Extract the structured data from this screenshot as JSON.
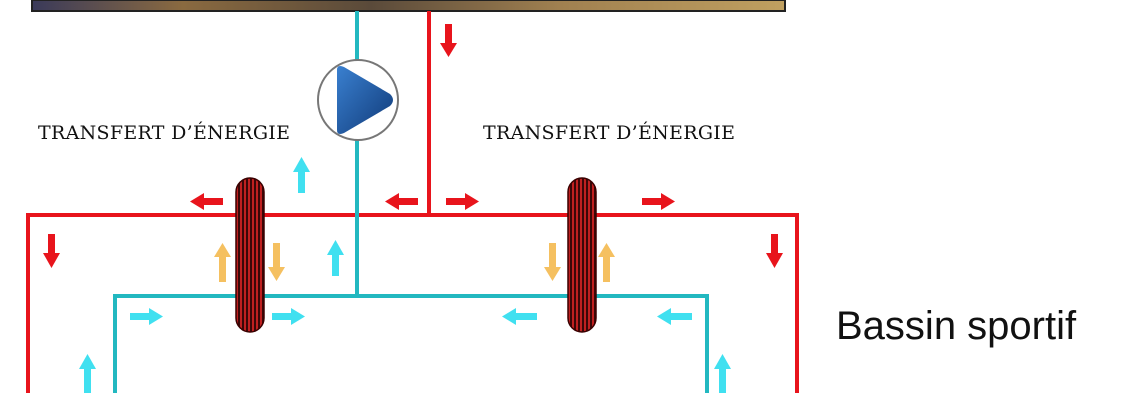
{
  "labels": {
    "transfer_left": "TRANSFERT D’ÉNERGIE",
    "transfer_right": "TRANSFERT D’ÉNERGIE",
    "pool": "Bassin sportif"
  },
  "colors": {
    "hot_pipe": "#e8141c",
    "cold_pipe": "#22b8c0",
    "cold_arrow": "#40e0f0",
    "transfer_arrow": "#f5c060",
    "pump": "#2060a8",
    "exchanger": "#8a1010",
    "photo_band": "#6a4a2a"
  },
  "icons": {
    "pump": "pump-icon",
    "exchanger": "heat-exchanger-icon",
    "flow_arrow": "flow-arrow-icon"
  }
}
